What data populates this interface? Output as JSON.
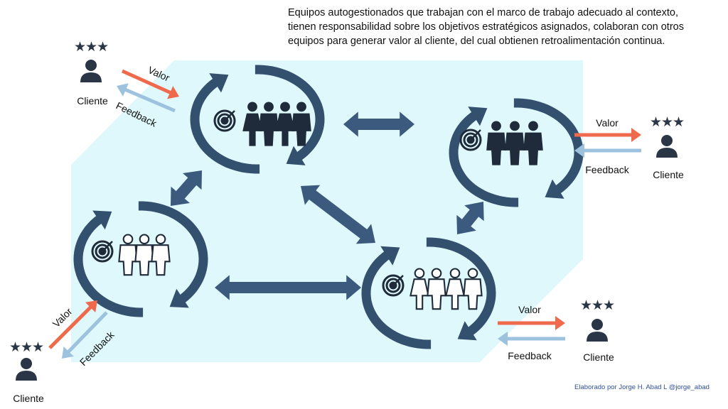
{
  "description": [
    "Equipos autogestionados que trabajan con el marco de trabajo adecuado al contexto,",
    "tienen responsabilidad sobre los objetivos estratégicos asignados, colaboran con otros",
    "equipos para generar valor al cliente, del cual obtienen retroalimentación continua."
  ],
  "credit": "Elaborado por Jorge H. Abad L @jorge_abad",
  "colors": {
    "background_area": "#dff8fb",
    "cycle": "#34506f",
    "link": "#3b5a7e",
    "valor": "#ef6a4c",
    "feedback": "#9cc2de",
    "people": "#1f2b3a"
  },
  "customers": [
    {
      "label": "Cliente",
      "stars": "★★★",
      "valor": "Valor",
      "feedback": "Feedback"
    },
    {
      "label": "Cliente",
      "stars": "★★★",
      "valor": "Valor",
      "feedback": "Feedback"
    },
    {
      "label": "Cliente",
      "stars": "★★★",
      "valor": "Valor",
      "feedback": "Feedback"
    },
    {
      "label": "Cliente",
      "stars": "★★★",
      "valor": "Valor",
      "feedback": "Feedback"
    }
  ],
  "teams": [
    {
      "members": 4,
      "style": "filled"
    },
    {
      "members": 3,
      "style": "filled"
    },
    {
      "members": 3,
      "style": "outline"
    },
    {
      "members": 4,
      "style": "outline"
    }
  ]
}
